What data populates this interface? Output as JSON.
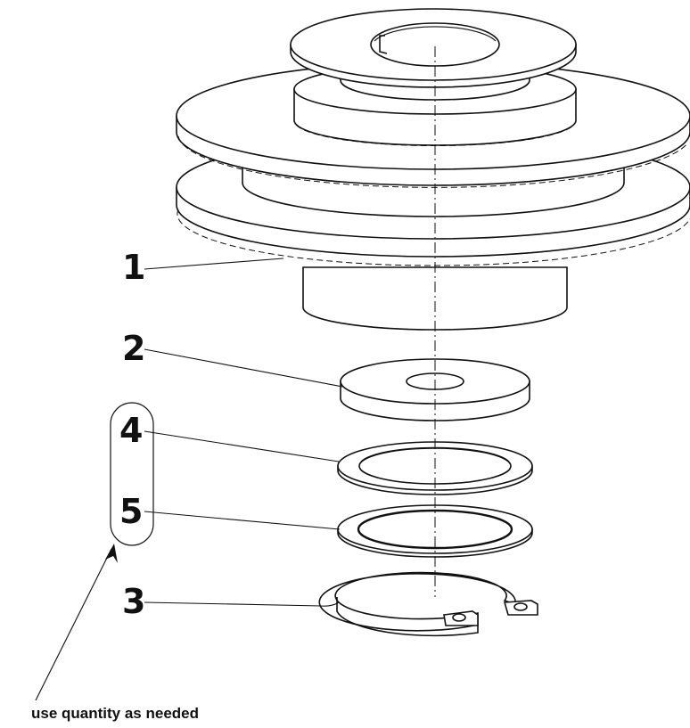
{
  "diagram": {
    "callouts": {
      "c1": "1",
      "c2": "2",
      "c3": "3",
      "c4": "4",
      "c5": "5"
    },
    "note": "use quantity as needed",
    "parts": {
      "pulley": "pulley",
      "spacer": "spacer-washer",
      "shim_a": "shim-washer",
      "shim_b": "shim-washer",
      "ring": "retaining-ring"
    }
  }
}
